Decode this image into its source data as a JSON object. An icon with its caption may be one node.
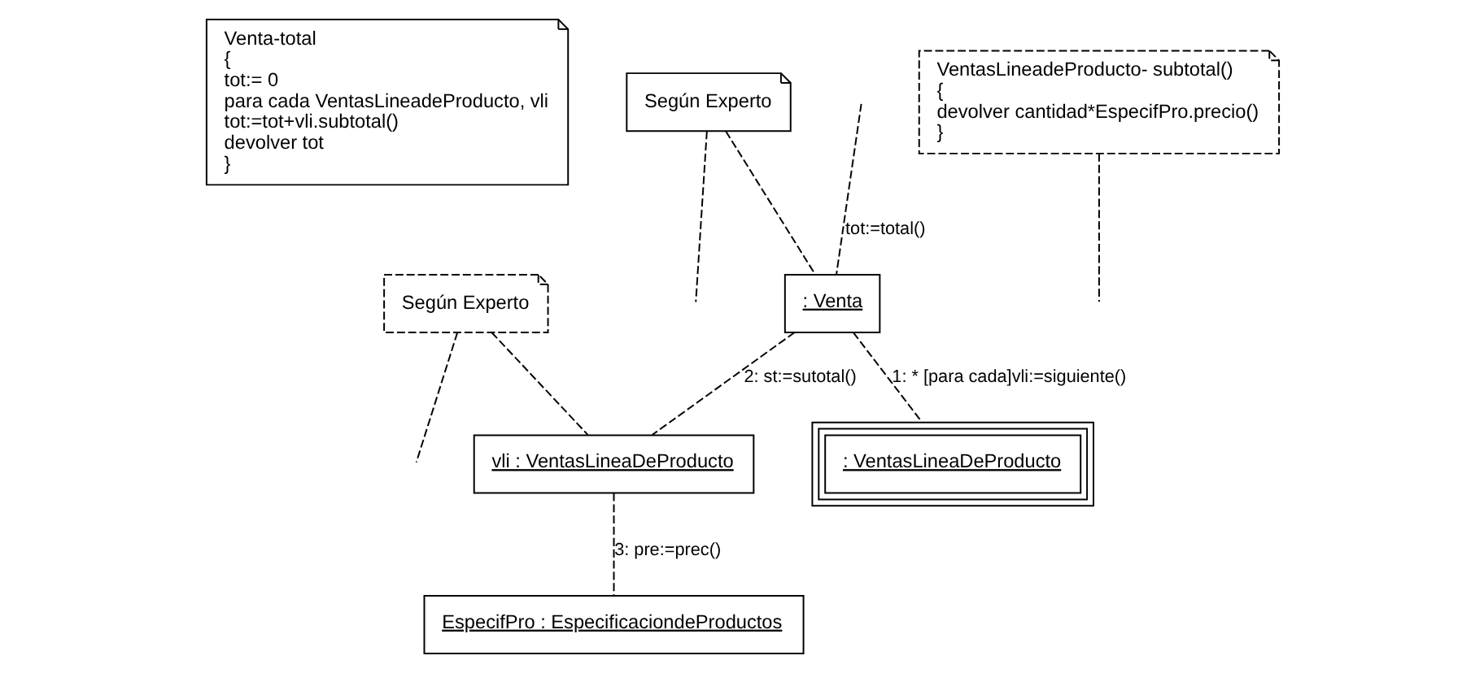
{
  "diagram": {
    "nodes": [
      {
        "text": [
          "Venta-total",
          "{",
          "tot:= 0",
          "para cada VentasLineadeProducto, vli",
          "tot:=tot+vli.subtotal()",
          "devolver tot",
          "}"
        ]
      },
      {
        "text": [
          ": VentasLineaDeProducto"
        ]
      },
      {
        "text": [
          ": Venta"
        ]
      },
      {
        "text": [
          "vli : VentasLineaDeProducto"
        ]
      },
      {
        "text": [
          "Según Experto"
        ]
      },
      {
        "text": [
          "Según Experto"
        ]
      },
      {
        "text": [
          "VentasLineadeProducto- subtotal()",
          "{",
          "devolver cantidad*EspecifPro.precio()",
          "}"
        ]
      },
      {
        "text": [
          "EspecifPro : EspecificaciondeProductos"
        ]
      }
    ],
    "edges": [
      {
        "from": null,
        "to": 2,
        "arrow": "none",
        "label": "tot:=total()",
        "style": "dashed"
      },
      {
        "from": 2,
        "to": 1,
        "arrow": "none",
        "label": "1: * [para cada]vli:=siguiente()",
        "style": "dashed"
      },
      {
        "from": 2,
        "to": 3,
        "arrow": "none",
        "label": "2: st:=sutotal()",
        "style": "dashed"
      },
      {
        "from": 3,
        "to": 7,
        "arrow": "none",
        "label": "3: pre:=prec()",
        "style": "dashed"
      },
      {
        "from": 4,
        "to": null,
        "arrow": "none",
        "style": "dashed"
      },
      {
        "from": 4,
        "to": 2,
        "arrow": "none",
        "style": "dashed"
      },
      {
        "from": 5,
        "to": null,
        "arrow": "none",
        "style": "dashed"
      },
      {
        "from": 5,
        "to": 3,
        "arrow": "none",
        "style": "dashed"
      },
      {
        "from": 6,
        "to": null,
        "arrow": "none",
        "style": "dashed"
      }
    ]
  }
}
